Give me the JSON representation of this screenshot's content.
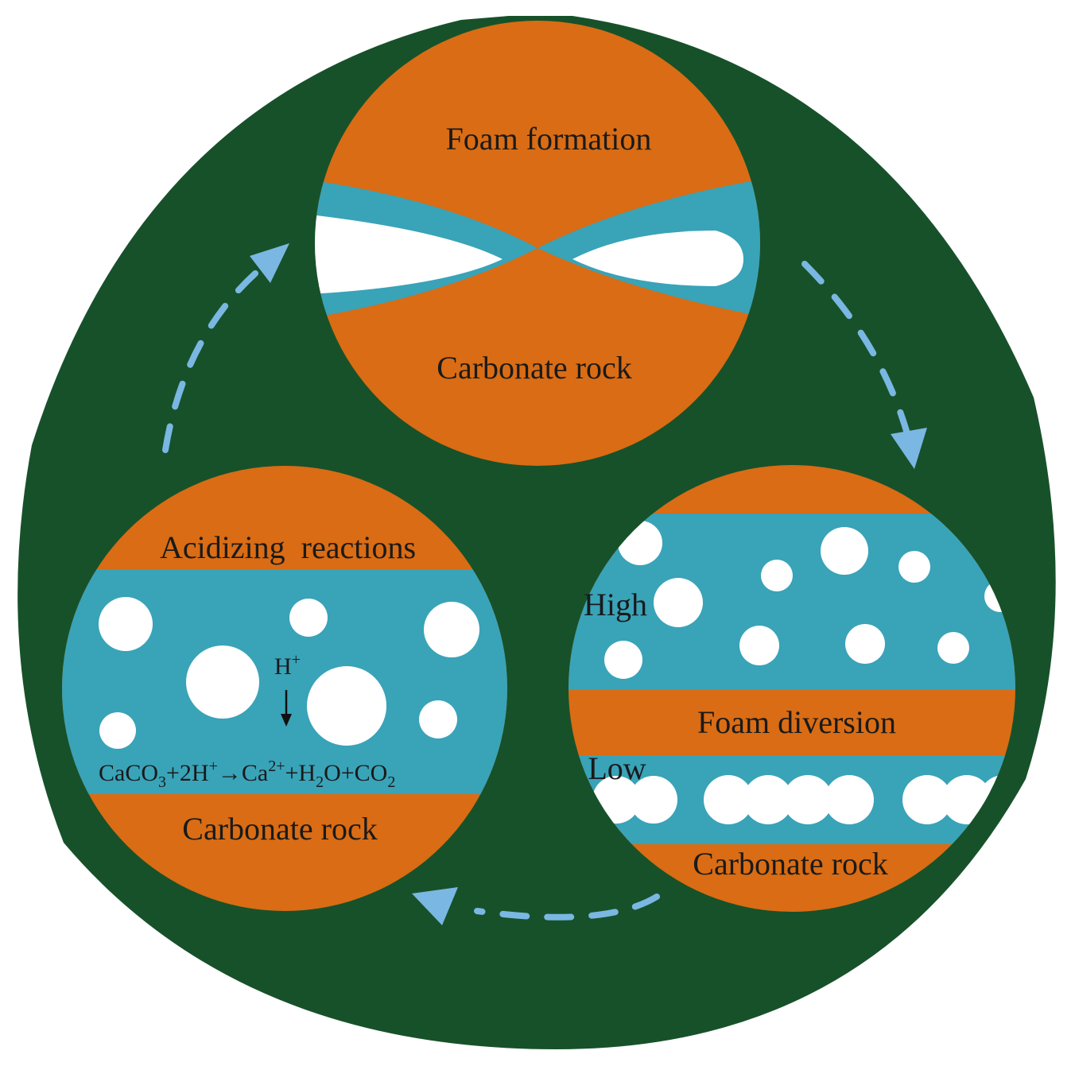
{
  "colors": {
    "background_disc": "#17512a",
    "rock": "#d96c14",
    "fluid": "#39a3b8",
    "bubble": "#ffffff",
    "cycle_arrow": "#7ab7e2",
    "text": "#1a1a1a"
  },
  "panels": {
    "top": {
      "title": "Foam formation",
      "bottom_label": "Carbonate rock"
    },
    "right": {
      "high_label": "High",
      "middle_label": "Foam diversion",
      "low_label": "Low",
      "bottom_label": "Carbonate rock"
    },
    "left": {
      "title": "Acidizing  reactions",
      "ion": "H",
      "ion_charge": "+",
      "equation": {
        "p1": "CaCO",
        "s1": "3",
        "p2": "+2H",
        "c1": "+",
        "arrow": "→",
        "p3": "Ca",
        "c2": "2+",
        "p4": "+H",
        "s2": "2",
        "p5": "O+CO",
        "s3": "2"
      },
      "bottom_label": "Carbonate rock"
    }
  },
  "icons": {
    "cycle": "dashed-cycle-arrow",
    "down_arrow": "down-arrow-icon"
  }
}
